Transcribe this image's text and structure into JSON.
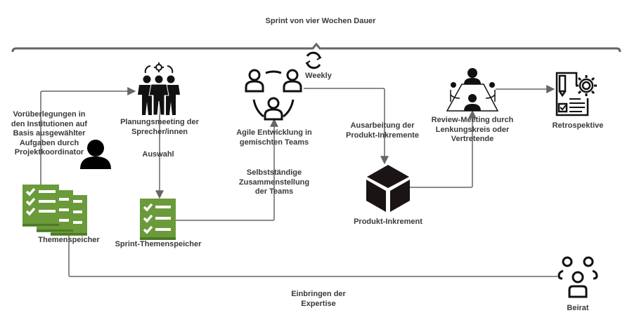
{
  "title": "Sprint von vier Wochen Dauer",
  "colors": {
    "connector": "#666666",
    "icon": "#111111",
    "checklist_green": "#6a9a3a",
    "checklist_green_dark": "#4e7a27",
    "text": "#3a3a3a"
  },
  "nodes": {
    "themenspeicher": {
      "label": "Themenspeicher",
      "icon": "checklist-stack-icon"
    },
    "projektkoordinator": {
      "icon": "person-icon"
    },
    "planungsmeeting": {
      "label": "Planungsmeeting der\nSprecher/innen",
      "icon": "team-meeting-icon"
    },
    "sprint_themenspeicher": {
      "label": "Sprint-Themenspeicher",
      "icon": "checklist-icon"
    },
    "agile_entwicklung": {
      "label": "Agile Entwicklung in\ngemischten Teams",
      "icon": "team-cycle-icon"
    },
    "weekly": {
      "label": "Weekly",
      "icon": "refresh-cycle-icon"
    },
    "produkt_inkrement": {
      "label": "Produkt-Inkrement",
      "icon": "cube-icon"
    },
    "review_meeting": {
      "label": "Review-Meeting durch\nLenkungskreis oder\nVertretende",
      "icon": "conference-table-icon"
    },
    "retrospektive": {
      "label": "Retrospektive",
      "icon": "document-gear-icon"
    },
    "beirat": {
      "label": "Beirat",
      "icon": "group-icon"
    }
  },
  "edge_labels": {
    "vorueberlegungen": "Vorüberlegungen in\nden Institutionen auf\nBasis  ausgewählter\nAufgaben durch\nProjektkoordinator",
    "auswahl": "Auswahl",
    "selbststaendige": "Selbstständige\nZusammenstellung\nder Teams",
    "ausarbeitung": "Ausarbeitung der\nProdukt-Inkremente",
    "einbringen": "Einbringen der\nExpertise"
  }
}
